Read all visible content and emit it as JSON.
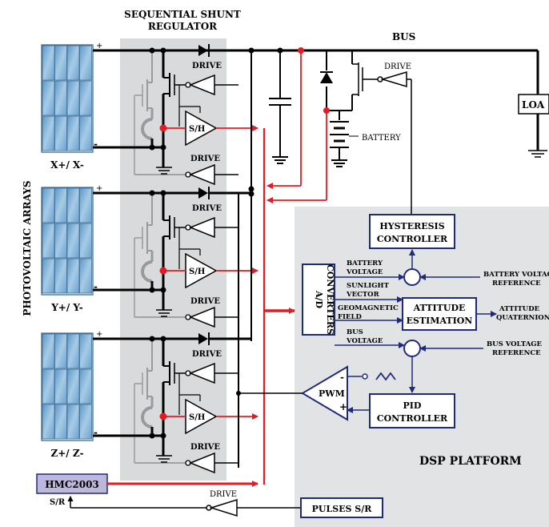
{
  "regulator": {
    "title_line1": "SEQUENTIAL SHUNT",
    "title_line2": "REGULATOR"
  },
  "bus_label": "BUS",
  "load_label": "LOA",
  "battery_label": "BATTERY",
  "arrays": {
    "side_label": "PHOTOVOLTAIC ARRAYS",
    "panels": [
      {
        "label": "X+/ X-",
        "plus": "+",
        "minus": "-"
      },
      {
        "label": "Y+/ Y-",
        "plus": "+",
        "minus": "-"
      },
      {
        "label": "Z+/ Z-",
        "plus": "+",
        "minus": "-"
      }
    ]
  },
  "drive_label": "DRIVE",
  "sh_label": "S/H",
  "dsp": {
    "platform_label": "DSP PLATFORM",
    "hysteresis": {
      "line1": "HYSTERESIS",
      "line2": "CONTROLLER"
    },
    "ad": {
      "line1": "A/D",
      "line2": "CONVERTERS"
    },
    "attitude": {
      "line1": "ATTITUDE",
      "line2": "ESTIMATION"
    },
    "pid": {
      "line1": "PID",
      "line2": "CONTROLLER"
    },
    "pwm": "PWM",
    "pwm_minus": "-",
    "pwm_plus": "+",
    "signals": {
      "battery_voltage": [
        "BATTERY",
        "VOLTAGE"
      ],
      "sunlight_vector": [
        "SUNLIGHT",
        "VECTOR"
      ],
      "geomagnetic_field": [
        "GEOMAGNETIC",
        "FIELD"
      ],
      "bus_voltage": [
        "BUS",
        "VOLTAGE"
      ],
      "battery_voltage_reference": [
        "BATTERY VOLTAGE",
        "REFERENCE"
      ],
      "attitude_quaternion": [
        "ATTITUDE",
        "QUATERNION"
      ],
      "bus_voltage_reference": [
        "BUS VOLTAGE",
        "REFERENCE"
      ]
    }
  },
  "hmc": "HMC2003",
  "sr_label": "S/R",
  "pulses": "PULSES S/R",
  "colors": {
    "red": "#e31b23",
    "navy": "#1f2a7a",
    "gray_panel": "#d9dadc",
    "dsp_bg": "#e2e3e5",
    "solar": "#7fb1d6",
    "hmc_fill": "#bdb7dc",
    "hysteresis_fill": "#ffffff"
  }
}
